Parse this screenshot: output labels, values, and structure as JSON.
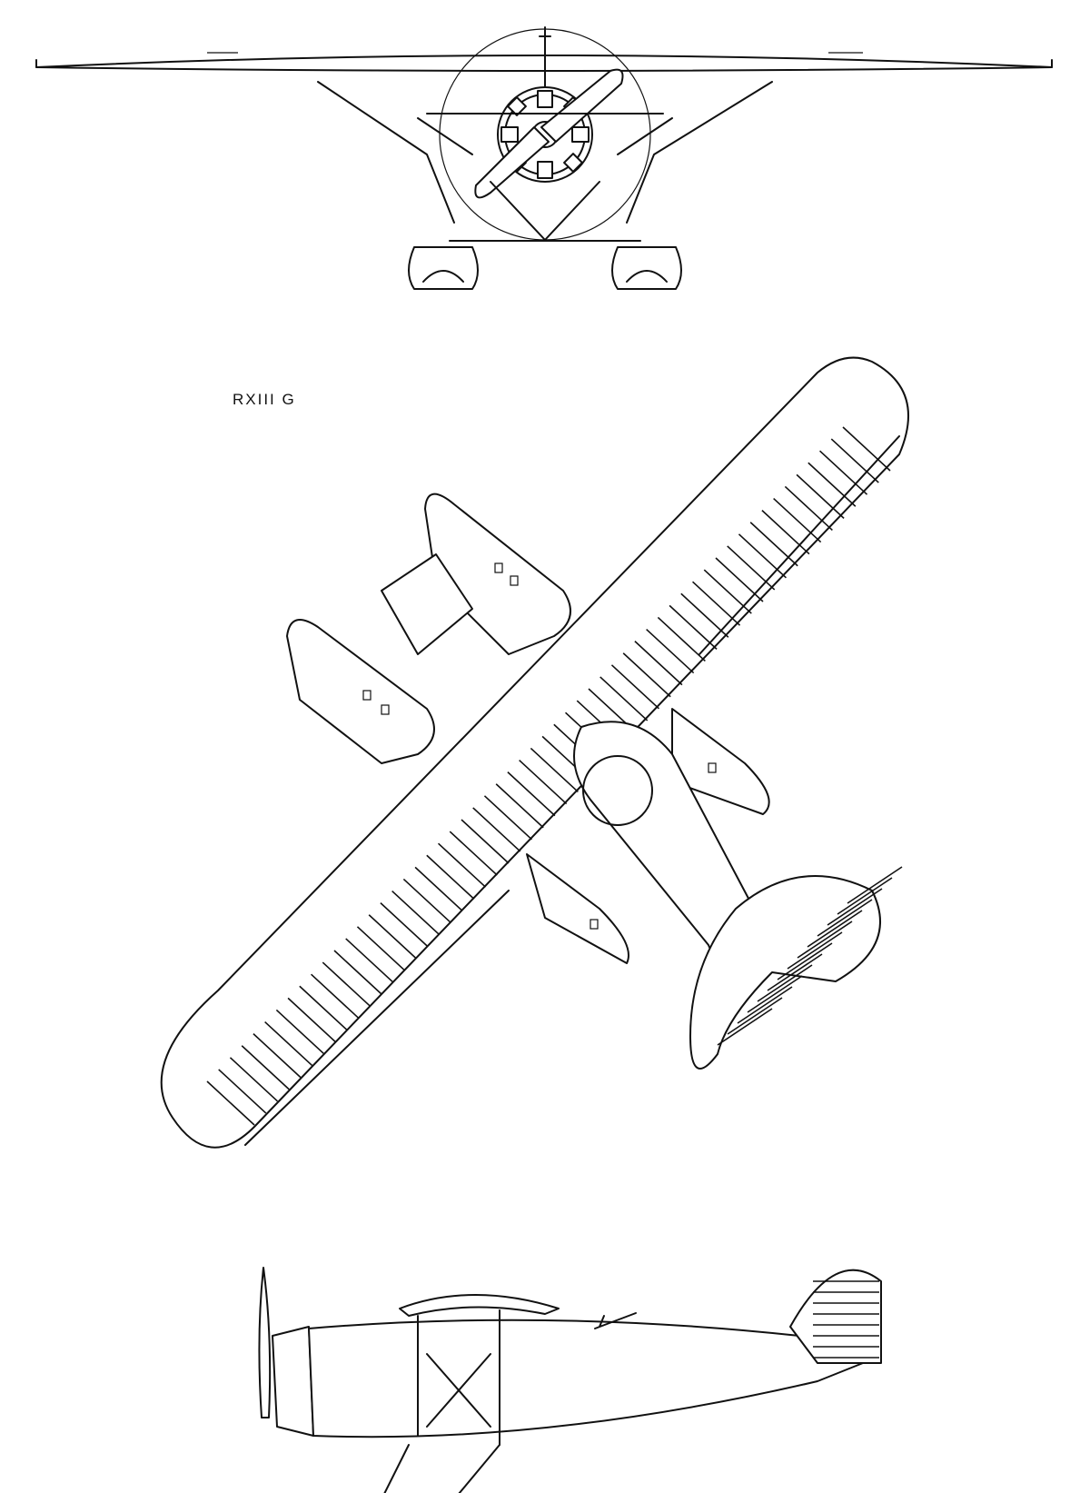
{
  "drawing": {
    "designation": "RXIII G",
    "views": [
      "front",
      "plan",
      "side"
    ]
  },
  "colors": {
    "ink": "#111111",
    "paper": "#ffffff"
  }
}
